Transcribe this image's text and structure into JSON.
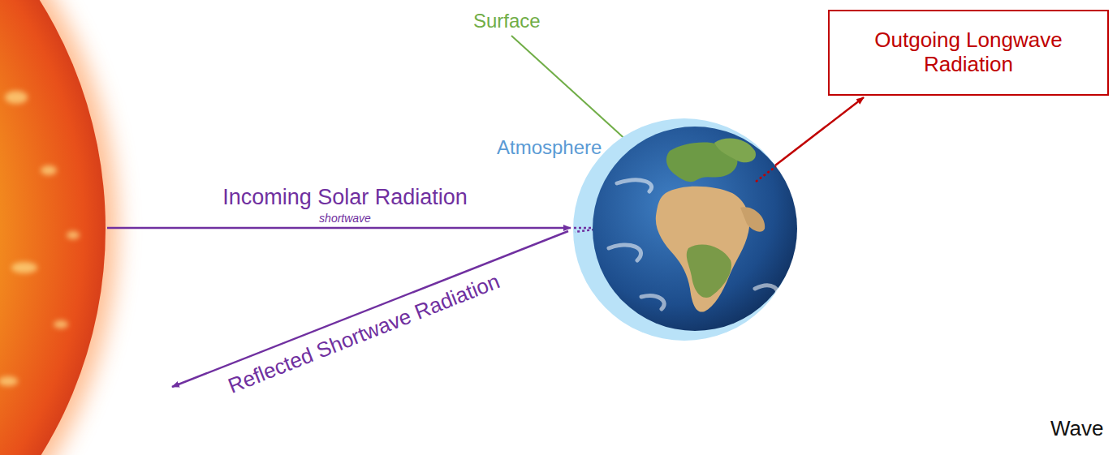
{
  "diagram": {
    "nodes": [
      {
        "text": [
          "Atmosphere"
        ]
      },
      {
        "text": [
          "Surface"
        ],
        "in": 0
      },
      {
        "text": [
          "Outgoing Longwave Radiation"
        ]
      }
    ],
    "edges": [
      {
        "from": 1,
        "to": 2,
        "arrow": "to"
      }
    ],
    "labels": [
      "Incoming Solar Radiation",
      "shortwave",
      "Reflected Shortwave Radiation",
      "Wave"
    ]
  }
}
